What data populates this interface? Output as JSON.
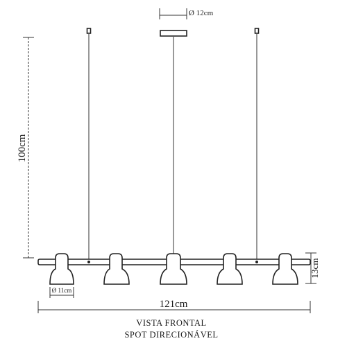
{
  "dimensions": {
    "canopy_diameter": "Ø 12cm",
    "height": "100cm",
    "shade_height": "13cm",
    "shade_diameter": "Ø 11cm",
    "width": "121cm"
  },
  "caption": {
    "line1": "VISTA FRONTAL",
    "line2": "SPOT DIRECIONÁVEL"
  },
  "colors": {
    "line": "#222222",
    "background": "#ffffff"
  }
}
